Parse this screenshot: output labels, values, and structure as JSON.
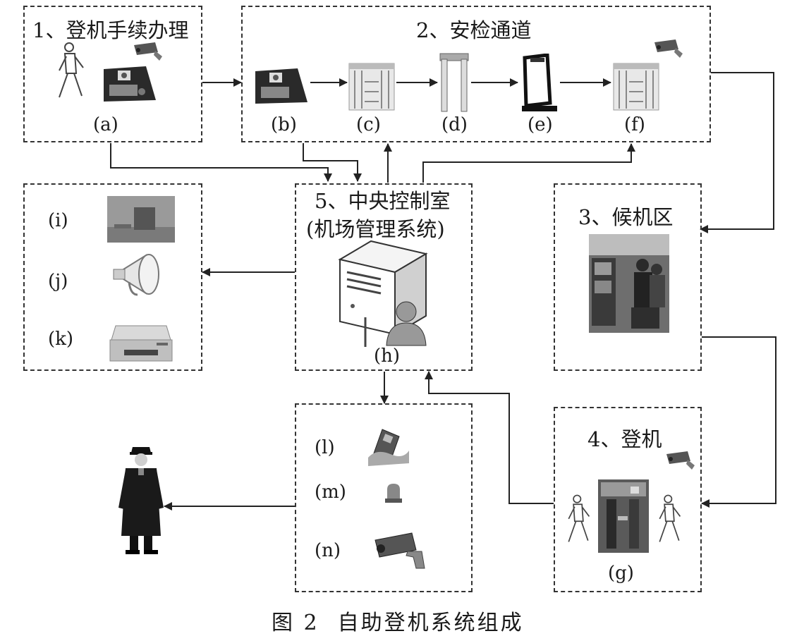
{
  "boxes": {
    "checkin": {
      "title": "1、登机手续办理",
      "labels": {
        "a": "(a)"
      }
    },
    "security": {
      "title": "2、安检通道",
      "labels": {
        "b": "(b)",
        "c": "(c)",
        "d": "(d)",
        "e": "(e)",
        "f": "(f)"
      }
    },
    "waiting": {
      "title": "3、候机区"
    },
    "boarding": {
      "title": "4、登机",
      "labels": {
        "g": "(g)"
      }
    },
    "control": {
      "title_line1": "5、中央控制室",
      "title_line2": "(机场管理系统)",
      "labels": {
        "h": "(h)"
      }
    },
    "outputs": {
      "labels": {
        "i": "(i)",
        "j": "(j)",
        "k": "(k)"
      }
    },
    "alerts": {
      "labels": {
        "l": "(l)",
        "m": "(m)",
        "n": "(n)"
      }
    }
  },
  "caption": {
    "figure": "图 2",
    "text": "自助登机系统组成"
  },
  "icons": {
    "walking_person": "walking-person-icon",
    "kiosk": "face-recognition-kiosk-icon",
    "camera": "surveillance-camera-icon",
    "turnstile": "gate-turnstile-icon",
    "metal_detector": "metal-detector-gate-icon",
    "scanner": "body-scanner-icon",
    "server": "server-with-user-icon",
    "photo_door": "door-photo-icon",
    "horn": "loudspeaker-icon",
    "printer": "printer-icon",
    "phone": "handheld-phone-icon",
    "alarm_light": "alarm-light-icon",
    "guard": "security-guard-icon",
    "waiting_photo": "waiting-area-photo-icon",
    "boarding_gate_photo": "boarding-gate-photo-icon"
  }
}
